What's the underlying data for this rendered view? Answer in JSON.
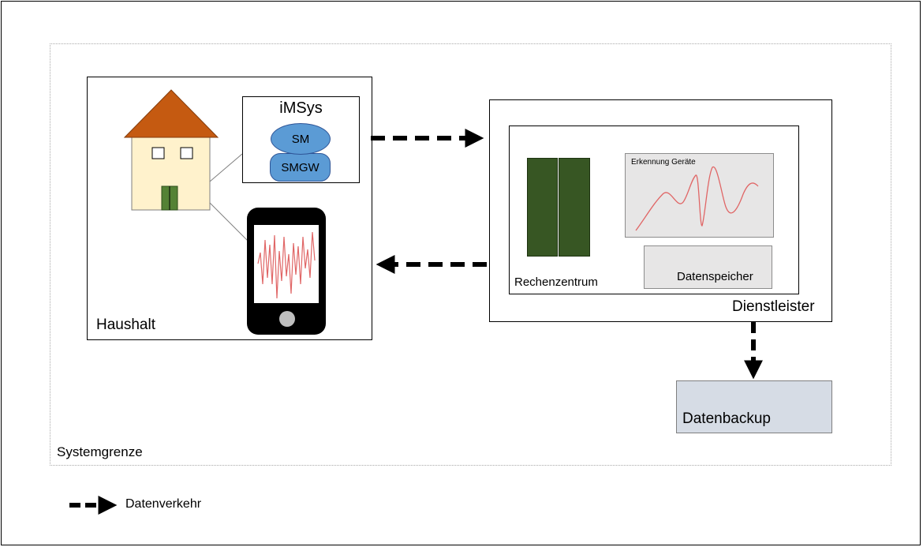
{
  "labels": {
    "systemgrenze": "Systemgrenze",
    "haushalt": "Haushalt",
    "imsys": "iMSys",
    "sm": "SM",
    "smgw": "SMGW",
    "dienstleister": "Dienstleister",
    "rechenzentrum": "Rechenzentrum",
    "erkennung": "Erkennung Geräte",
    "datenspeicher": "Datenspeicher",
    "datenbackup": "Datenbackup"
  },
  "legend": {
    "datenverkehr": "Datenverkehr"
  },
  "colors": {
    "roof": "#C55A11",
    "house_wall": "#FFF2CC",
    "door": "#548235",
    "sm_blue": "#5B9BD5",
    "server_green": "#375623",
    "panel_gray": "#E7E6E6",
    "backup_fill": "#D6DCE5",
    "signal_red": "#E06666",
    "phone_black": "#000000",
    "phone_button": "#BFBFBF"
  }
}
